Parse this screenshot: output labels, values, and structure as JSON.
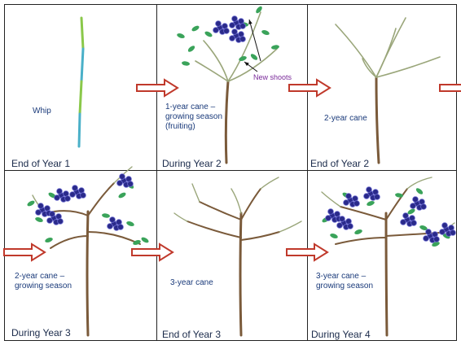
{
  "panels": [
    {
      "caption": "End of Year 1",
      "label": "Whip",
      "stage": "whip"
    },
    {
      "caption": "During Year 2",
      "label": "1-year cane –\ngrowing season\n(fruiting)",
      "annotation": "New shoots",
      "stage": "y2-fruiting"
    },
    {
      "caption": "End of Year 2",
      "label": "2-year cane",
      "stage": "y2-bare"
    },
    {
      "caption": "During Year 3",
      "label": "2-year cane –\ngrowing season",
      "stage": "y3-fruiting"
    },
    {
      "caption": "End of Year 3",
      "label": "3-year cane",
      "stage": "y3-bare"
    },
    {
      "caption": "During Year 4",
      "label": "3-year cane –\ngrowing season",
      "stage": "y4-fruiting"
    }
  ],
  "colors": {
    "border": "#222222",
    "cane": "#7a5a3a",
    "shoot": "#9aa67a",
    "leaf": "#3aa35a",
    "berry": "#2a2a8a",
    "arrow": "#c0392b",
    "whip_stripe_a": "#8ac84a",
    "whip_stripe_b": "#4ab0c8"
  },
  "icons": [
    "arrow-right-icon",
    "berry-cluster-icon",
    "leaf-icon"
  ]
}
